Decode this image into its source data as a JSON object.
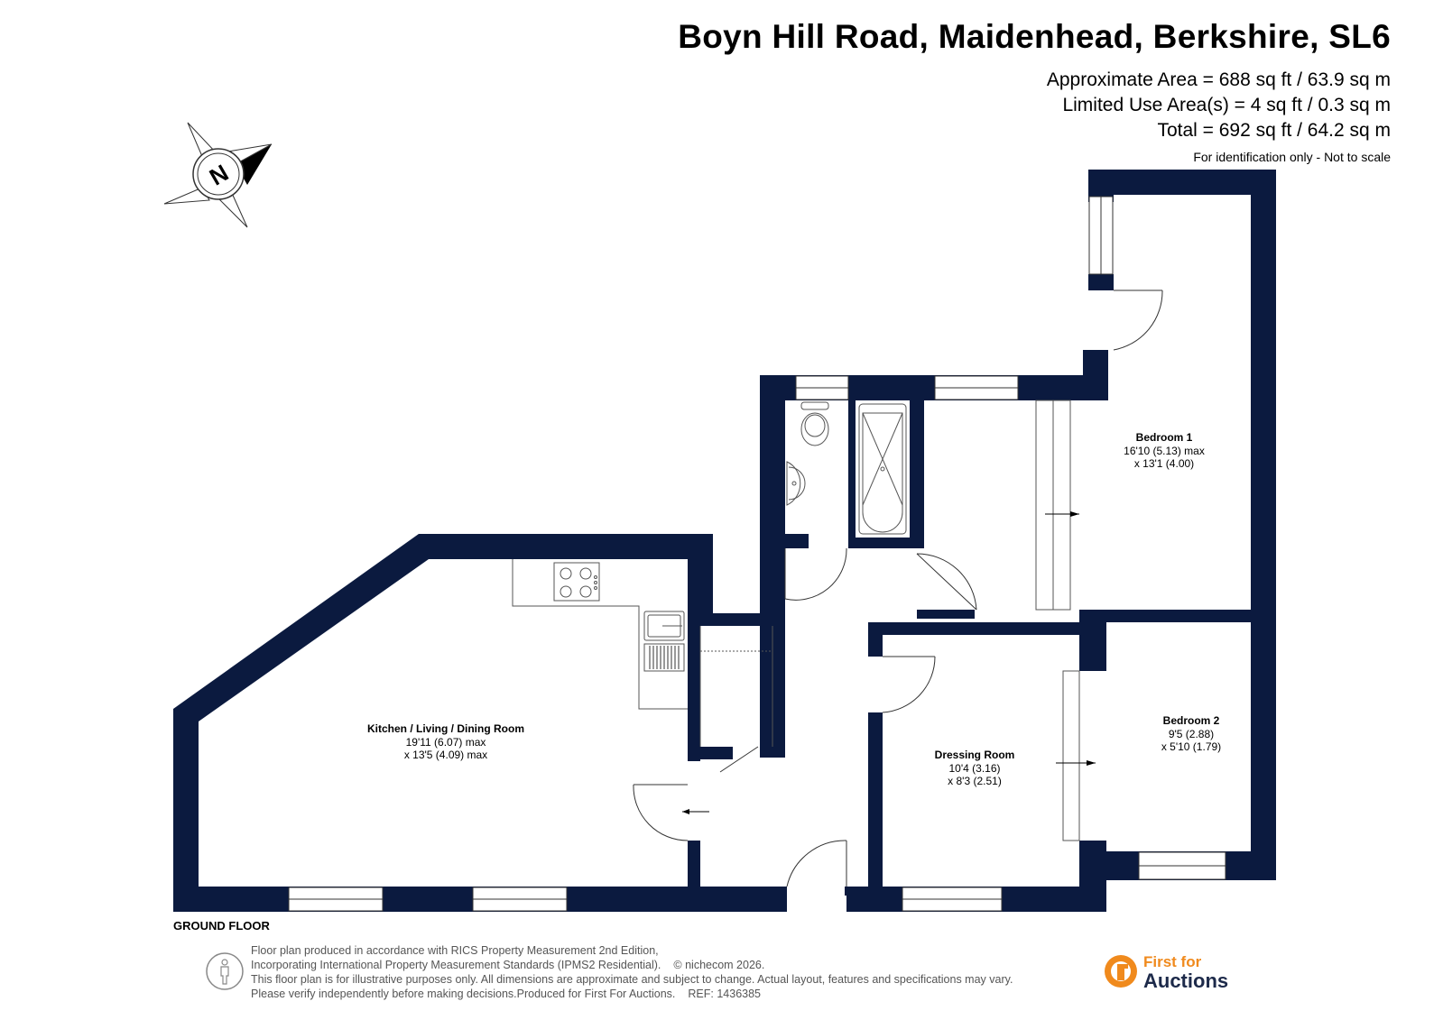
{
  "header": {
    "title": "Boyn Hill Road, Maidenhead, Berkshire, SL6",
    "approx_area": "Approximate Area = 688 sq ft / 63.9 sq m",
    "limited_area": "Limited Use Area(s) = 4 sq ft / 0.3 sq m",
    "total_area": "Total = 692 sq ft / 64.2 sq m",
    "note": "For identification only - Not to scale"
  },
  "compass": {
    "label": "N",
    "icon": "north-compass-icon"
  },
  "rooms": {
    "kitchen": {
      "name": "Kitchen / Living / Dining Room",
      "dim1": "19'11 (6.07) max",
      "dim2": "x 13'5 (4.09) max"
    },
    "bedroom1": {
      "name": "Bedroom 1",
      "dim1": "16'10 (5.13) max",
      "dim2": "x 13'1 (4.00)"
    },
    "bedroom2": {
      "name": "Bedroom 2",
      "dim1": "9'5 (2.88)",
      "dim2": "x 5'10 (1.79)"
    },
    "dressing": {
      "name": "Dressing Room",
      "dim1": "10'4 (3.16)",
      "dim2": "x 8'3 (2.51)"
    }
  },
  "floor_label": "GROUND FLOOR",
  "footer": {
    "line1": "Floor plan produced in accordance with RICS Property Measurement 2nd Edition,",
    "line2": "Incorporating International Property Measurement Standards (IPMS2 Residential).",
    "copyright": "© nichecom 2026.",
    "line3": "This floor plan is for illustrative purposes only. All dimensions are approximate and subject to change. Actual layout, features and specifications may vary.",
    "line4": "Please verify independently before making decisions.Produced for First For Auctions.",
    "ref": "REF:  1436385"
  },
  "logo": {
    "line1": "First for",
    "line2": "Auctions",
    "icon": "first-for-auctions-logo-icon"
  },
  "colors": {
    "wall": "#0B1A3F",
    "brand_orange": "#F08A1D",
    "brand_navy": "#1d2a4a",
    "fixture": "#555555"
  }
}
